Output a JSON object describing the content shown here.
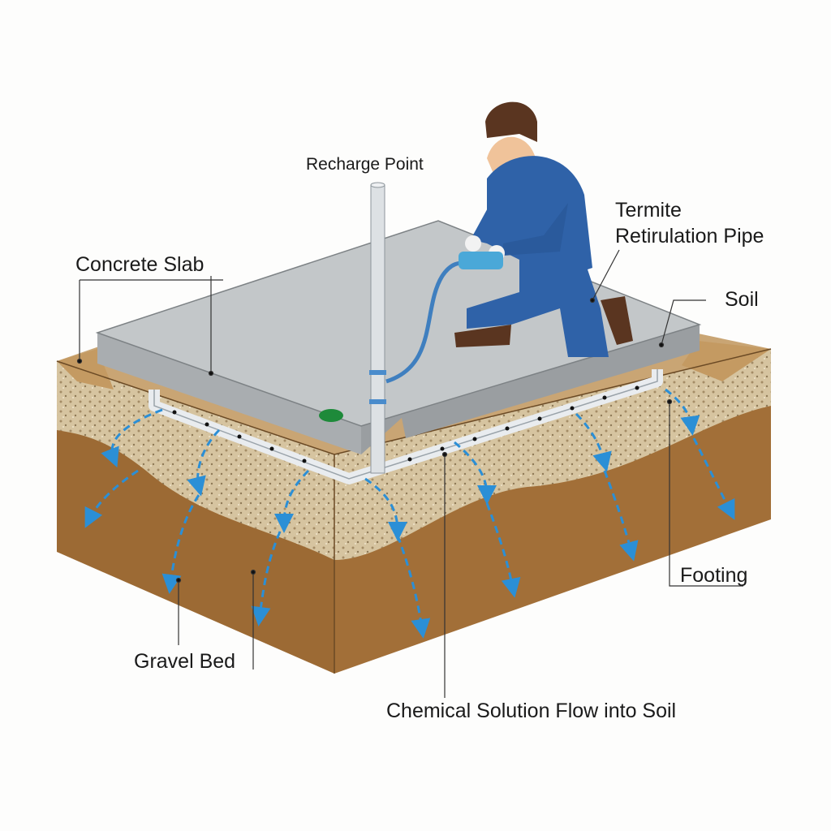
{
  "labels": {
    "recharge_point": "Recharge Point",
    "termite_pipe_line1": "Termite",
    "termite_pipe_line2": "Retirulation Pipe",
    "concrete_slab": "Concrete Slab",
    "soil": "Soil",
    "footing": "Footing",
    "gravel_bed": "Gravel Bed",
    "chemical_flow": "Chemical Solution Flow into Soil"
  },
  "colors": {
    "slab": "#b9bdbf",
    "soil": "#9c6a34",
    "gravel": "#d8c7a6",
    "flow_arrow": "#2b8fd6",
    "worker": "#2f62a8"
  }
}
